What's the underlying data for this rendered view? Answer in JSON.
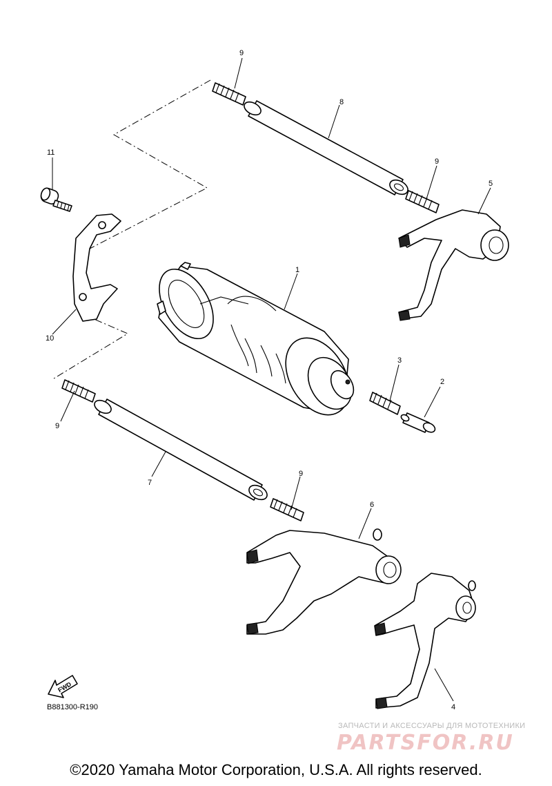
{
  "diagram": {
    "callouts": [
      {
        "id": "c1",
        "label": "1"
      },
      {
        "id": "c2",
        "label": "2"
      },
      {
        "id": "c3",
        "label": "3"
      },
      {
        "id": "c4",
        "label": "4"
      },
      {
        "id": "c5",
        "label": "5"
      },
      {
        "id": "c6",
        "label": "6"
      },
      {
        "id": "c7",
        "label": "7"
      },
      {
        "id": "c8",
        "label": "8"
      },
      {
        "id": "c9a",
        "label": "9"
      },
      {
        "id": "c9b",
        "label": "9"
      },
      {
        "id": "c9c",
        "label": "9"
      },
      {
        "id": "c9d",
        "label": "9"
      },
      {
        "id": "c10",
        "label": "10"
      },
      {
        "id": "c11",
        "label": "11"
      }
    ],
    "fwd_label": "FWD",
    "diagram_code": "B881300-R190"
  },
  "watermark": {
    "tagline": "ЗАПЧАСТИ И АКСЕССУАРЫ ДЛЯ МОТОТЕХНИКИ",
    "logo": "PARTSFOR.RU"
  },
  "footer": {
    "copyright": "©2020 Yamaha Motor Corporation, U.S.A. All rights reserved."
  }
}
